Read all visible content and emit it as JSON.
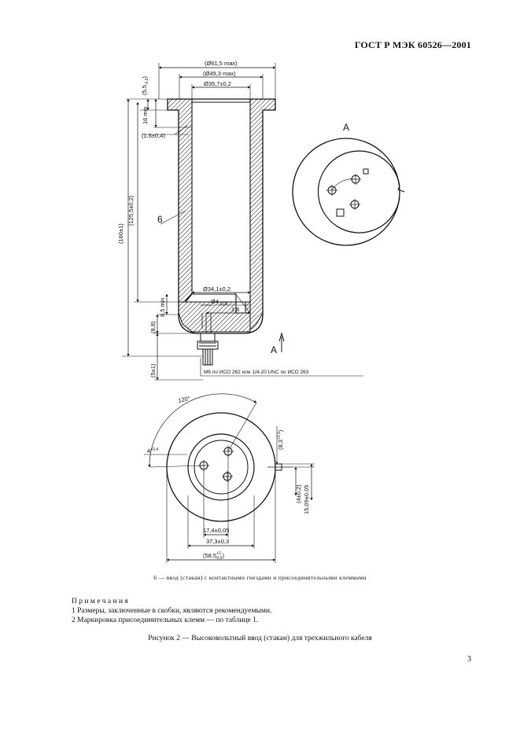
{
  "header": {
    "standard": "ГОСТ Р МЭК 60526—2001"
  },
  "drawing": {
    "dims": {
      "d_outer": "(Ø61,5 max)",
      "d_mid": "(Ø49,3 max)",
      "d_bore": "Ø35,7±0,2",
      "d_bottom": "Ø34,1±0,2",
      "d_hole": "Ø4",
      "d_hole_tol": "-0,05",
      "flange_h": "(5,5",
      "flange_h_tol": "-0,2",
      "flange_h_close": ")",
      "min16": "16 min",
      "groove": "(1,6±0,4)",
      "total_len": "(160±1)",
      "inner_len": "(125,5±0,2)",
      "min85": "8,5 min",
      "stub": "(8,8)",
      "tail": "(5±1)",
      "off16": "1,6",
      "thread": "M6 по ИСО 262 или 1/4-20 UNC по ИСО 263",
      "angle": "120°",
      "tol_side": "4",
      "tol_side_sup": "+0,4",
      "r83": "(8,3",
      "r83_tol": "+0,1",
      "r83_close": ")",
      "v40": "(4±0,2)",
      "v1509": "15,09±0,05",
      "h174": "17,4±0,05",
      "h373": "37,3±0,3",
      "h585": "(58,5",
      "h585_tol_up": "+1",
      "h585_tol_dn": "-0,5",
      "h585_close": ")"
    },
    "labels": {
      "item6": "6",
      "view_a1": "A",
      "view_a2": "A"
    }
  },
  "legend": "6 — ввод (стакан) с контактными гнездами и присоединительными клеммами",
  "notes": {
    "title": "Примечания",
    "items": [
      "1  Размеры, заключенные в скобки, являются рекомендуемыми.",
      "2  Маркировка присоединительных клемм — по таблице 1."
    ]
  },
  "caption": "Рисунок 2 — Высоковольтный ввод (стакан) для трехжильного кабеля",
  "page_number": "3"
}
